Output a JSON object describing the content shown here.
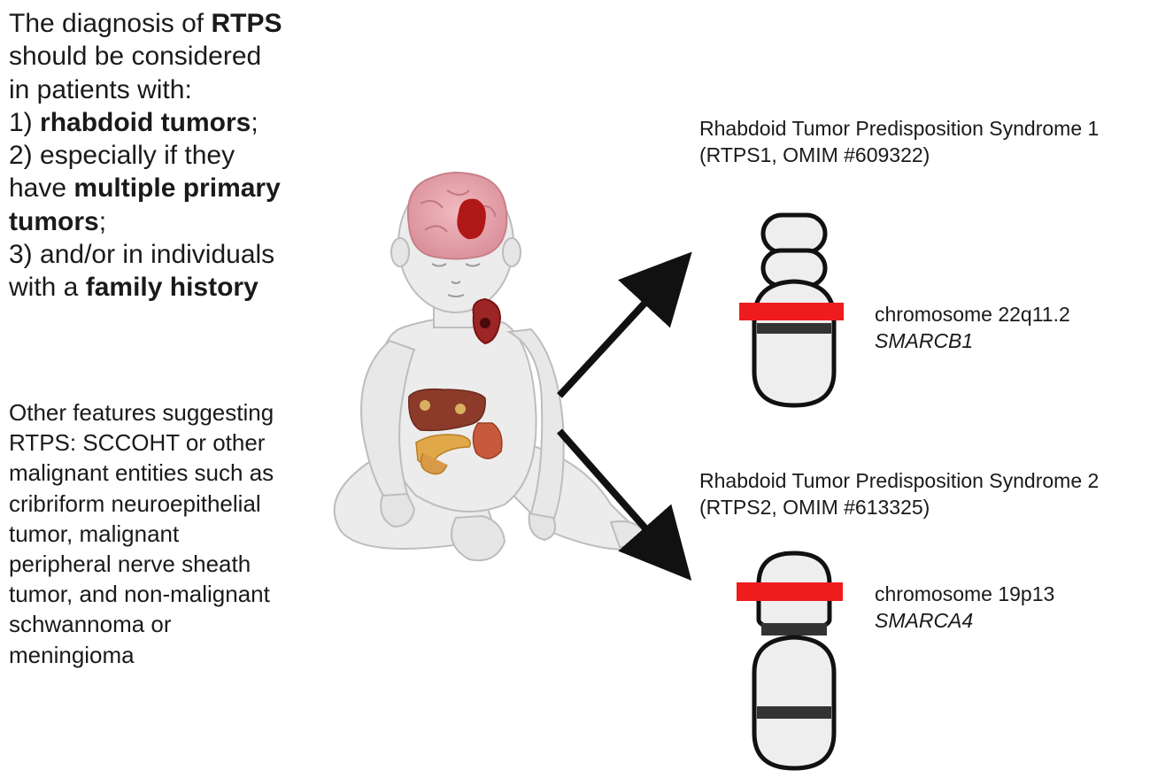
{
  "main_text": {
    "line1_pre": "The diagnosis of ",
    "line1_bold": "RTPS",
    "line2": "should be considered",
    "line3": "in patients with:",
    "line4_pre": "1) ",
    "line4_bold": "rhabdoid tumors",
    "line4_post": ";",
    "line5": "2) especially if they",
    "line6_pre": "have ",
    "line6_bold": "multiple primary",
    "line7_bold": "tumors",
    "line7_post": ";",
    "line8": "3) and/or in individuals",
    "line9_pre": "with a ",
    "line9_bold": "family history"
  },
  "other_features": [
    "Other features suggesting",
    "RTPS: SCCOHT or other",
    "malignant entities such as",
    "cribriform neuroepithelial",
    "tumor, malignant",
    "peripheral nerve sheath",
    "tumor, and non-malignant",
    "schwannoma or",
    "meningioma"
  ],
  "syndrome1": {
    "name": "Rhabdoid Tumor Predisposition Syndrome 1",
    "code": "(RTPS1, OMIM #609322)",
    "chromosome": "chromosome 22q11.2",
    "gene": "SMARCB1"
  },
  "syndrome2": {
    "name": "Rhabdoid Tumor Predisposition Syndrome 2",
    "code": "(RTPS2, OMIM #613325)",
    "chromosome": "chromosome 19p13",
    "gene": "SMARCA4"
  },
  "colors": {
    "text": "#1a1a1a",
    "band_marker": "#ee1c1c",
    "chromosome_fill": "#eeeeee",
    "chromosome_outline": "#111111",
    "brain": "#e8a9b0",
    "tumor": "#b01818",
    "liver": "#8c3a2a",
    "pancreas": "#e0a848",
    "kidney": "#c85a3c",
    "body": "#ececec"
  }
}
